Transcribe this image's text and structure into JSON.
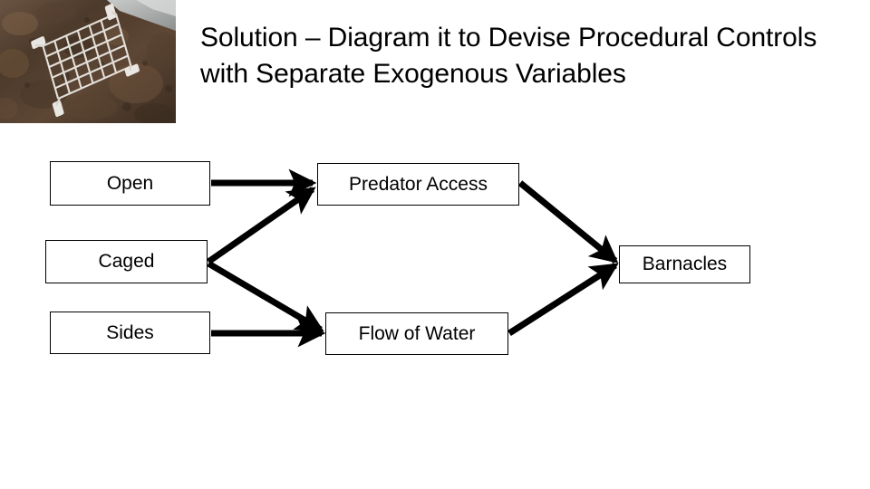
{
  "slide": {
    "background_color": "#ffffff",
    "title": "Solution – Diagram it to Devise Procedural Controls with Separate Exogenous Variables"
  },
  "photo": {
    "alt": "cage-grid-on-rocky-intertidal-photo",
    "description": "White plastic grid cage resting on dark brown rocky intertidal substrate with water at upper right"
  },
  "diagram": {
    "line_color": "#000000",
    "box_fill": "#ffffff",
    "box_border": "#000000",
    "nodes": [
      {
        "id": "open",
        "label": "Open"
      },
      {
        "id": "caged",
        "label": "Caged"
      },
      {
        "id": "sides",
        "label": "Sides"
      },
      {
        "id": "predator",
        "label": "Predator Access"
      },
      {
        "id": "flow",
        "label": "Flow of Water"
      },
      {
        "id": "barnacles",
        "label": "Barnacles"
      }
    ],
    "edges": [
      {
        "from": "open",
        "to": "predator"
      },
      {
        "from": "caged",
        "to": "predator"
      },
      {
        "from": "caged",
        "to": "flow"
      },
      {
        "from": "sides",
        "to": "flow"
      },
      {
        "from": "predator",
        "to": "barnacles"
      },
      {
        "from": "flow",
        "to": "barnacles"
      }
    ]
  }
}
